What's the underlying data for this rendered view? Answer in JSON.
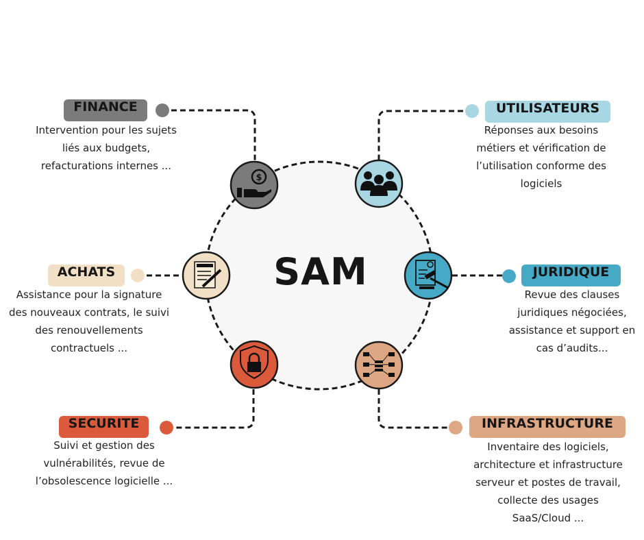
{
  "center_title": "SAM",
  "colors": {
    "finance": "#7b7b7b",
    "utilisateurs": "#a8d6e3",
    "achats": "#f1e0c6",
    "juridique": "#46a9c5",
    "securite": "#da5a3b",
    "infrastructure": "#dea784",
    "ring": "#f7f7f7"
  },
  "nodes": {
    "finance": {
      "label": "FINANCE",
      "icon": "money-hand-icon",
      "lines": [
        "Intervention pour les sujets",
        "liés aux budgets,",
        "refacturations internes ..."
      ]
    },
    "utilisateurs": {
      "label": "UTILISATEURS",
      "icon": "users-group-icon",
      "lines": [
        "Réponses aux besoins",
        "métiers et vérification de",
        "l’utilisation conforme des",
        "logiciels"
      ]
    },
    "achats": {
      "label": "ACHATS",
      "icon": "contract-icon",
      "lines": [
        "Assistance pour la signature",
        "des nouveaux contrats, le suivi",
        "des renouvellements",
        "contractuels ..."
      ]
    },
    "juridique": {
      "label": "JURIDIQUE",
      "icon": "legal-gavel-icon",
      "lines": [
        "Revue des clauses",
        "juridiques négociées,",
        "assistance et support en",
        "cas d’audits..."
      ]
    },
    "securite": {
      "label": "SECURITE",
      "icon": "shield-lock-icon",
      "lines": [
        "Suivi et gestion des",
        "vulnérabilités, revue de",
        "l’obsolescence logicielle ..."
      ]
    },
    "infrastructure": {
      "label": "INFRASTRUCTURE",
      "icon": "network-icon",
      "lines": [
        "Inventaire des logiciels,",
        "architecture et infrastructure",
        "serveur et postes de travail,",
        "collecte des usages",
        "SaaS/Cloud ..."
      ]
    }
  }
}
